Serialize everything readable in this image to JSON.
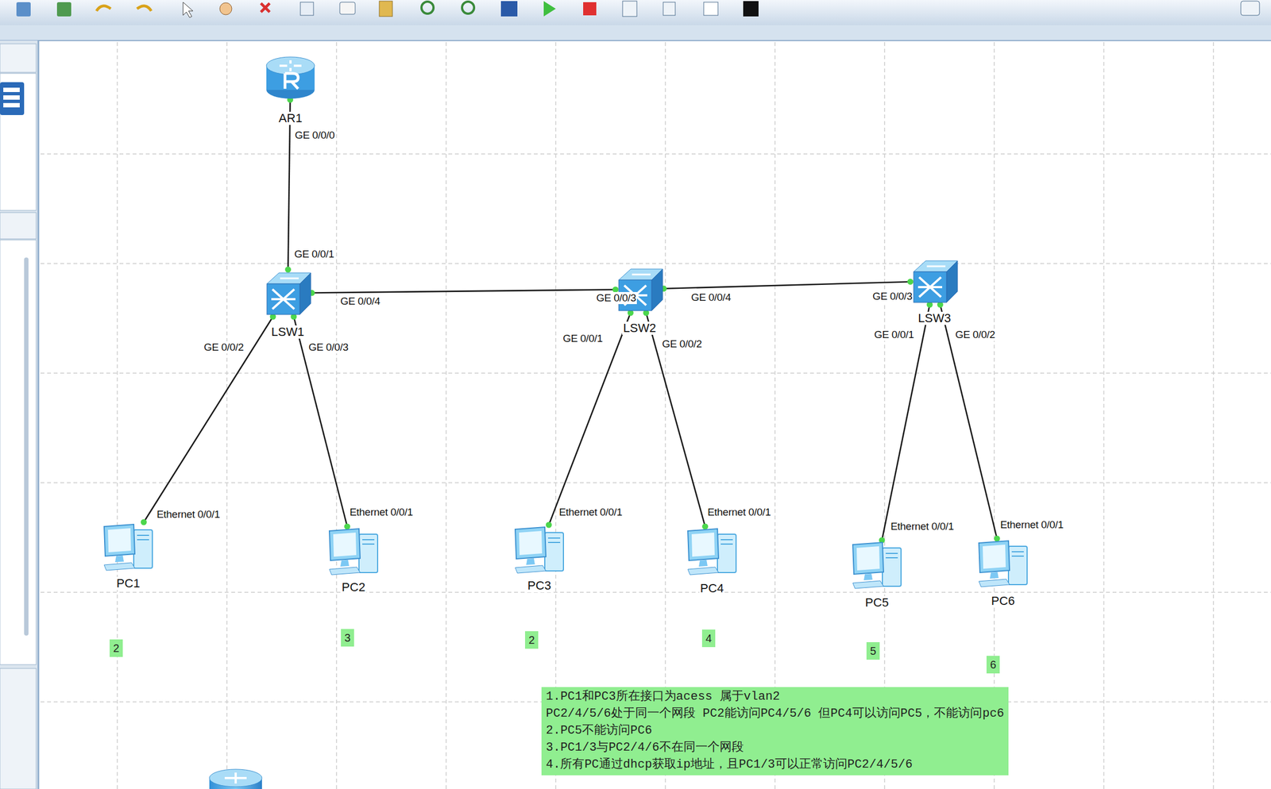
{
  "diagram": {
    "nodes": [
      {
        "text": [
          "AR1"
        ]
      },
      {
        "text": [
          "LSW1"
        ]
      },
      {
        "text": [
          "LSW2"
        ]
      },
      {
        "text": [
          "LSW3"
        ]
      },
      {
        "text": [
          "PC1"
        ]
      },
      {
        "text": [
          "PC2"
        ]
      },
      {
        "text": [
          "PC3"
        ]
      },
      {
        "text": [
          "PC4"
        ]
      },
      {
        "text": [
          "PC5"
        ]
      },
      {
        "text": [
          "PC6"
        ]
      },
      {
        "text": [
          "2"
        ]
      },
      {
        "text": [
          "3"
        ]
      },
      {
        "text": [
          "2"
        ]
      },
      {
        "text": [
          "4"
        ]
      },
      {
        "text": [
          "5"
        ]
      },
      {
        "text": [
          "6"
        ]
      },
      {
        "text": [
          "1.PC1和PC3所在接口为acess 属于vlan2",
          "PC2/4/5/6处于同一个网段 PC2能访问PC4/5/6 但PC4可以访问PC5，不能访问pc6",
          "2.PC5不能访问PC6",
          "3.PC1/3与PC2/4/6不在同一个网段",
          "4.所有PC通过dhcp获取ip地址，且PC1/3可以正常访问PC2/4/5/6"
        ]
      }
    ],
    "edges": [
      {
        "from": 0,
        "to": 1,
        "arrow": "none"
      },
      {
        "from": 1,
        "to": 2,
        "arrow": "none"
      },
      {
        "from": 2,
        "to": 3,
        "arrow": "none"
      },
      {
        "from": 1,
        "to": 4,
        "arrow": "none"
      },
      {
        "from": 1,
        "to": 5,
        "arrow": "none"
      },
      {
        "from": 2,
        "to": 6,
        "arrow": "none"
      },
      {
        "from": 2,
        "to": 7,
        "arrow": "none"
      },
      {
        "from": 3,
        "to": 8,
        "arrow": "none"
      },
      {
        "from": 3,
        "to": 9,
        "arrow": "none"
      }
    ],
    "labels": [
      "GE 0/0/0",
      "GE 0/0/1",
      "GE 0/0/4",
      "GE 0/0/2",
      "GE 0/0/3",
      "GE 0/0/3",
      "GE 0/0/4",
      "GE 0/0/1",
      "GE 0/0/2",
      "GE 0/0/3",
      "GE 0/0/1",
      "GE 0/0/2",
      "Ethernet 0/0/1",
      "Ethernet 0/0/1",
      "Ethernet 0/0/1",
      "Ethernet 0/0/1",
      "Ethernet 0/0/1",
      "Ethernet 0/0/1"
    ]
  }
}
